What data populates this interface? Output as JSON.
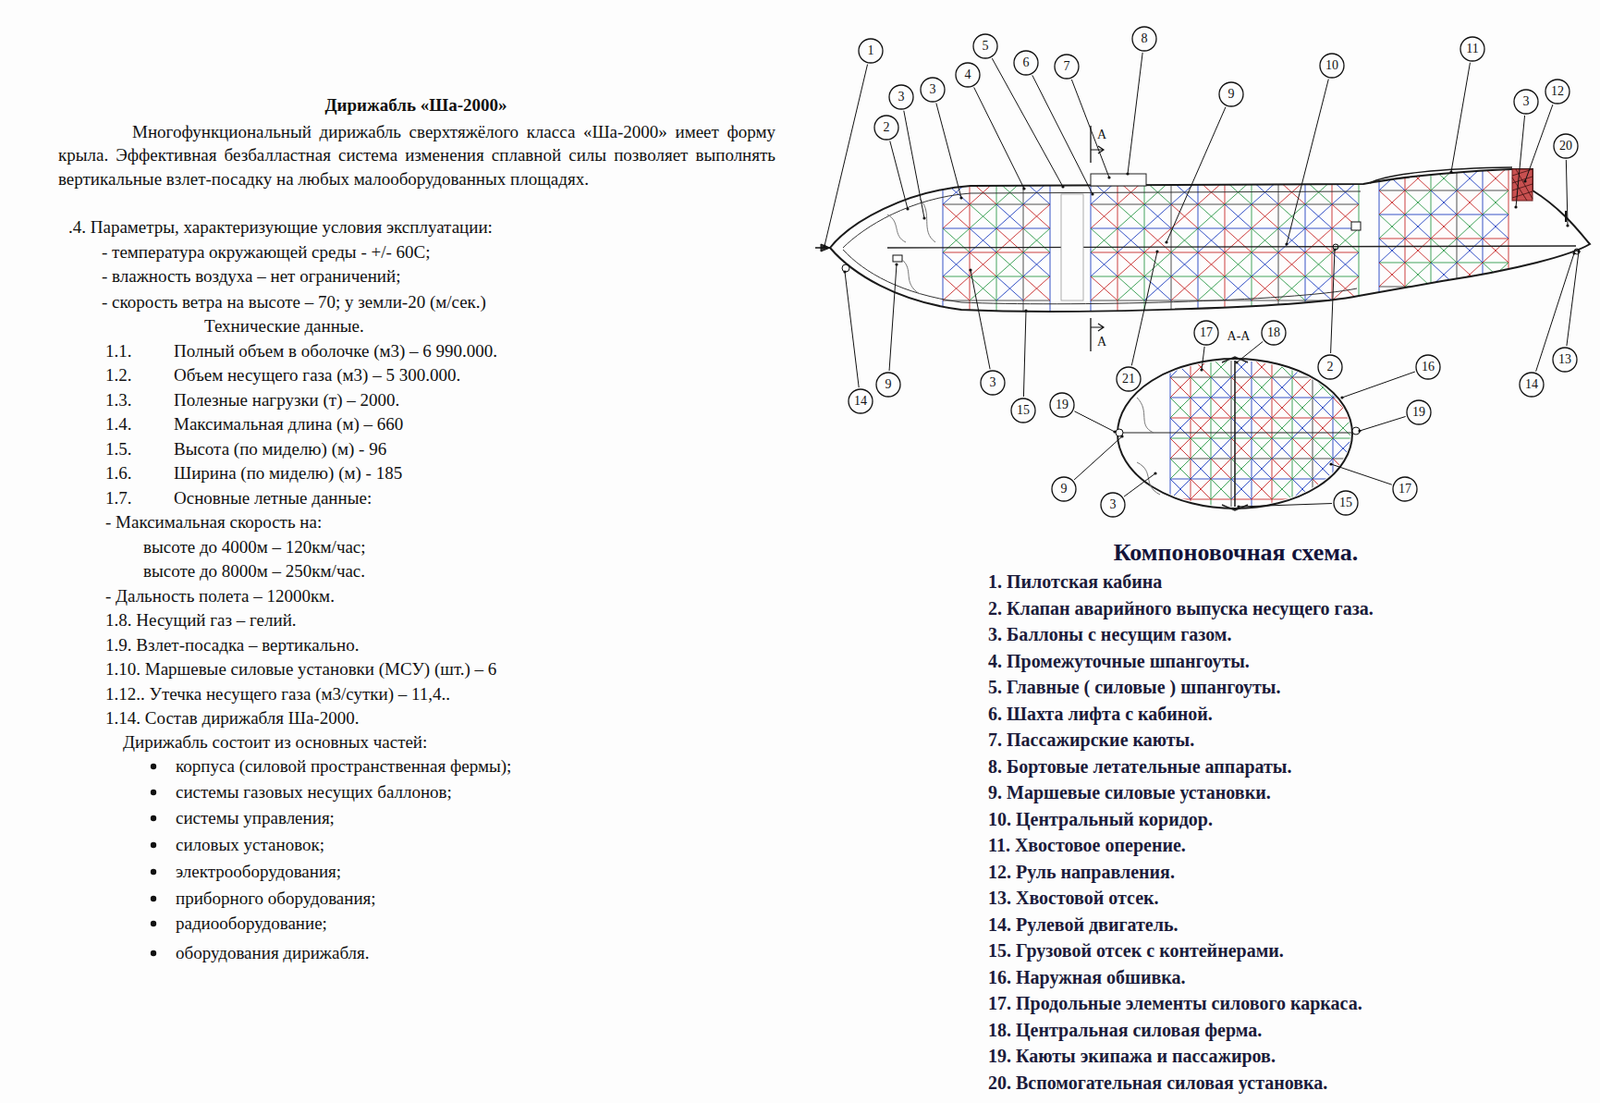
{
  "diagram": {
    "title": "Дирижабль «Ша-2000»",
    "nodes": [
      {
        "text": [
          "1"
        ]
      },
      {
        "text": [
          "2"
        ]
      },
      {
        "text": [
          "3"
        ]
      },
      {
        "text": [
          "3"
        ]
      },
      {
        "text": [
          "4"
        ]
      },
      {
        "text": [
          "5"
        ]
      },
      {
        "text": [
          "6"
        ]
      },
      {
        "text": [
          "7"
        ]
      },
      {
        "text": [
          "8"
        ]
      },
      {
        "text": [
          "9"
        ]
      },
      {
        "text": [
          "10"
        ]
      },
      {
        "text": [
          "11"
        ]
      },
      {
        "text": [
          "3"
        ]
      },
      {
        "text": [
          "12"
        ]
      },
      {
        "text": [
          "20"
        ]
      },
      {
        "text": [
          "13"
        ]
      },
      {
        "text": [
          "14"
        ]
      },
      {
        "text": [
          "2"
        ]
      },
      {
        "text": [
          "21"
        ]
      },
      {
        "text": [
          "15"
        ]
      },
      {
        "text": [
          "3"
        ]
      },
      {
        "text": [
          "9"
        ]
      },
      {
        "text": [
          "14"
        ]
      },
      {
        "text": [
          "17"
        ]
      },
      {
        "text": [
          "18"
        ]
      },
      {
        "text": [
          "19"
        ]
      },
      {
        "text": [
          "16"
        ]
      },
      {
        "text": [
          "19"
        ]
      },
      {
        "text": [
          "17"
        ]
      },
      {
        "text": [
          "15"
        ]
      },
      {
        "text": [
          "3"
        ]
      },
      {
        "text": [
          "9"
        ]
      }
    ],
    "labels": [
      "Многофункциональный дирижабль сверхтяжёлого класса «Ша-2000» имеет форму крыла. Эффективная безбалластная система изменения сплавной силы позволяет выполнять вертикальные взлет-посадку на любых малооборудованных площадях.",
      ".4. Параметры, характеризующие условия эксплуатации:",
      "- температура окружающей среды - +/- 60С;",
      "- влажность воздуха – нет ограничений;",
      "- скорость ветра на высоте – 70; у земли-20 (м/сек.)",
      "Технические данные.",
      "1.1.",
      "Полный объем в оболочке (м3) – 6 990.000.",
      "1.2.",
      "Объем несущего газа (м3) – 5 300.000.",
      "1.3.",
      "Полезные нагрузки (т) – 2000.",
      "1.4.",
      "Максимальная длина (м) – 660",
      "1.5.",
      "Высота (по миделю) (м) - 96",
      "1.6.",
      "Ширина (по миделю) (м) - 185",
      "1.7.",
      "Основные летные данные:",
      "- Максимальная скорость на:",
      "высоте до 4000м – 120км/час;",
      "высоте до 8000м – 250км/час.",
      "- Дальность полета – 12000км.",
      "1.8. Несущий газ – гелий.",
      "1.9. Взлет-посадка – вертикально.",
      "1.10. Маршевые силовые установки (МСУ) (шт.) – 6",
      "1.12.. Утечка несущего газа (м3/сутки) – 11,4..",
      "1.14. Состав дирижабля Ша-2000.",
      "Дирижабль состоит из основных частей:",
      "корпуса (силовой пространственная фермы);",
      "системы газовых несущих баллонов;",
      "системы управления;",
      "силовых установок;",
      "электрооборудования;",
      "приборного оборудования;",
      "радиооборудование;",
      "оборудования дирижабля.",
      "А",
      "А",
      "А-А",
      "Компоновочная схема.",
      "1. Пилотская кабина",
      "2. Клапан аварийного выпуска несущего газа.",
      "3. Баллоны с несущим газом.",
      "4. Промежуточные шпангоуты.",
      "5. Главные ( силовые ) шпангоуты.",
      "6. Шахта лифта с кабиной.",
      "7. Пассажирские каюты.",
      "8. Бортовые летательные аппараты.",
      "9. Маршевые силовые установки.",
      "10. Центральный коридор.",
      "11. Хвостовое оперение.",
      "12. Руль направления.",
      "13. Хвостовой отсек.",
      "14. Рулевой двигатель.",
      "15. Грузовой отсек с контейнерами.",
      "16. Наружная обшивка.",
      "17. Продольные элементы силового каркаса.",
      "18. Центральная силовая ферма.",
      "19. Каюты экипажа и пассажиров.",
      "20. Вспомогательная силовая установка."
    ]
  }
}
